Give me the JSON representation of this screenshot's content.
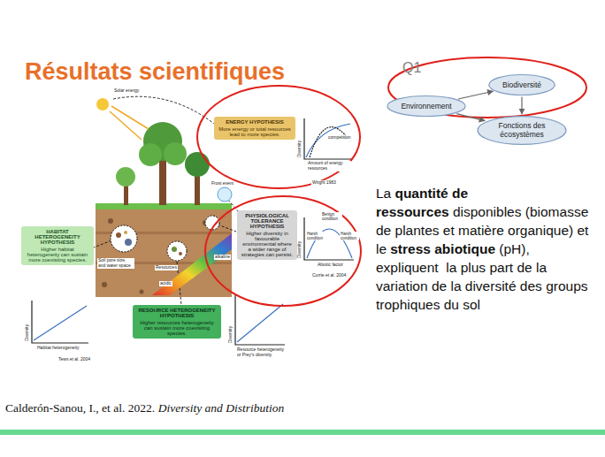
{
  "diagram": {
    "title": "Résultats scientifiques",
    "nodes": [
      {
        "text": [
          "Environnement"
        ]
      },
      {
        "text": [
          "Biodiversité"
        ]
      },
      {
        "text": [
          "Fonctions des écosystèmes"
        ]
      },
      {
        "text": [
          "ENERGY HYPOTHESIS",
          "More energy or total resources lead to more species."
        ]
      },
      {
        "text": [
          "PHYSIOLOGICAL TOLERANCE HYPOTHESIS",
          "Higher diversity in favourable environmental where a wider range of strategies can persist."
        ]
      },
      {
        "text": [
          "HABITAT HETEROGENEITY HYPOTHESIS",
          "Higher habitat heterogeneity can sustain more coexisting species."
        ]
      },
      {
        "text": [
          "RESOURCE HETEROGENEITY HYPOTHESIS",
          "Higher resources heterogeneity can sustain more coexisting species."
        ]
      }
    ],
    "edges": [
      {
        "from": 0,
        "to": 1,
        "arrow": "to"
      },
      {
        "from": 0,
        "to": 2,
        "arrow": "to"
      },
      {
        "from": 1,
        "to": 2,
        "arrow": "to"
      }
    ],
    "labels": [
      "Q1",
      "La",
      "quantité de ressources",
      "disponibles (biomasse de plantes et matière organique) et le",
      "stress abiotique",
      "(pH), expliquent  la plus part de la variation de la diversité des groups trophiques du sol",
      "Diversity",
      "competition",
      "Amount of energy resources",
      "Wright 1983",
      "Diversity",
      "Harsh condition",
      "Benign condition",
      "Harsh condition",
      "Abiotic factor",
      "Currie et al. 2004",
      "Diversity",
      "Habitat heterogeneity",
      "Tews et al. 2004",
      "Diversity",
      "Resource heterogeneity or Prey's diversity",
      "Solar energy",
      "Frost event",
      "Soil pore size, and water space",
      "Resources",
      "acidic",
      "alkaline",
      "Calderón-Sanou, I., et al. 2022.",
      "Diversity and Distribution"
    ]
  }
}
